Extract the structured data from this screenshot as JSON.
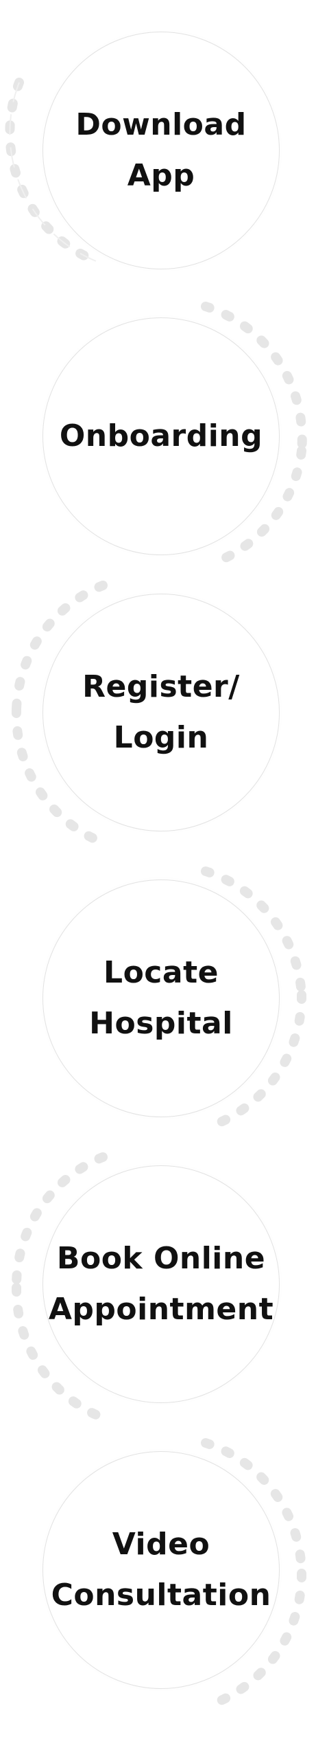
{
  "steps": [
    {
      "label": "Download\nApp",
      "icon": "download-step-icon"
    },
    {
      "label": "Onboarding",
      "icon": "onboarding-step-icon"
    },
    {
      "label": "Register/\nLogin",
      "icon": "register-login-step-icon"
    },
    {
      "label": "Locate\nHospital",
      "icon": "locate-hospital-step-icon"
    },
    {
      "label": "Book Online\nAppointment",
      "icon": "book-appointment-step-icon"
    },
    {
      "label": "Video\nConsultation",
      "icon": "video-consultation-step-icon"
    }
  ],
  "colors": {
    "background": "#ffffff",
    "text": "#111111",
    "circle_border": "#e2e2e2",
    "dash_ring": "#e6e6e6"
  }
}
